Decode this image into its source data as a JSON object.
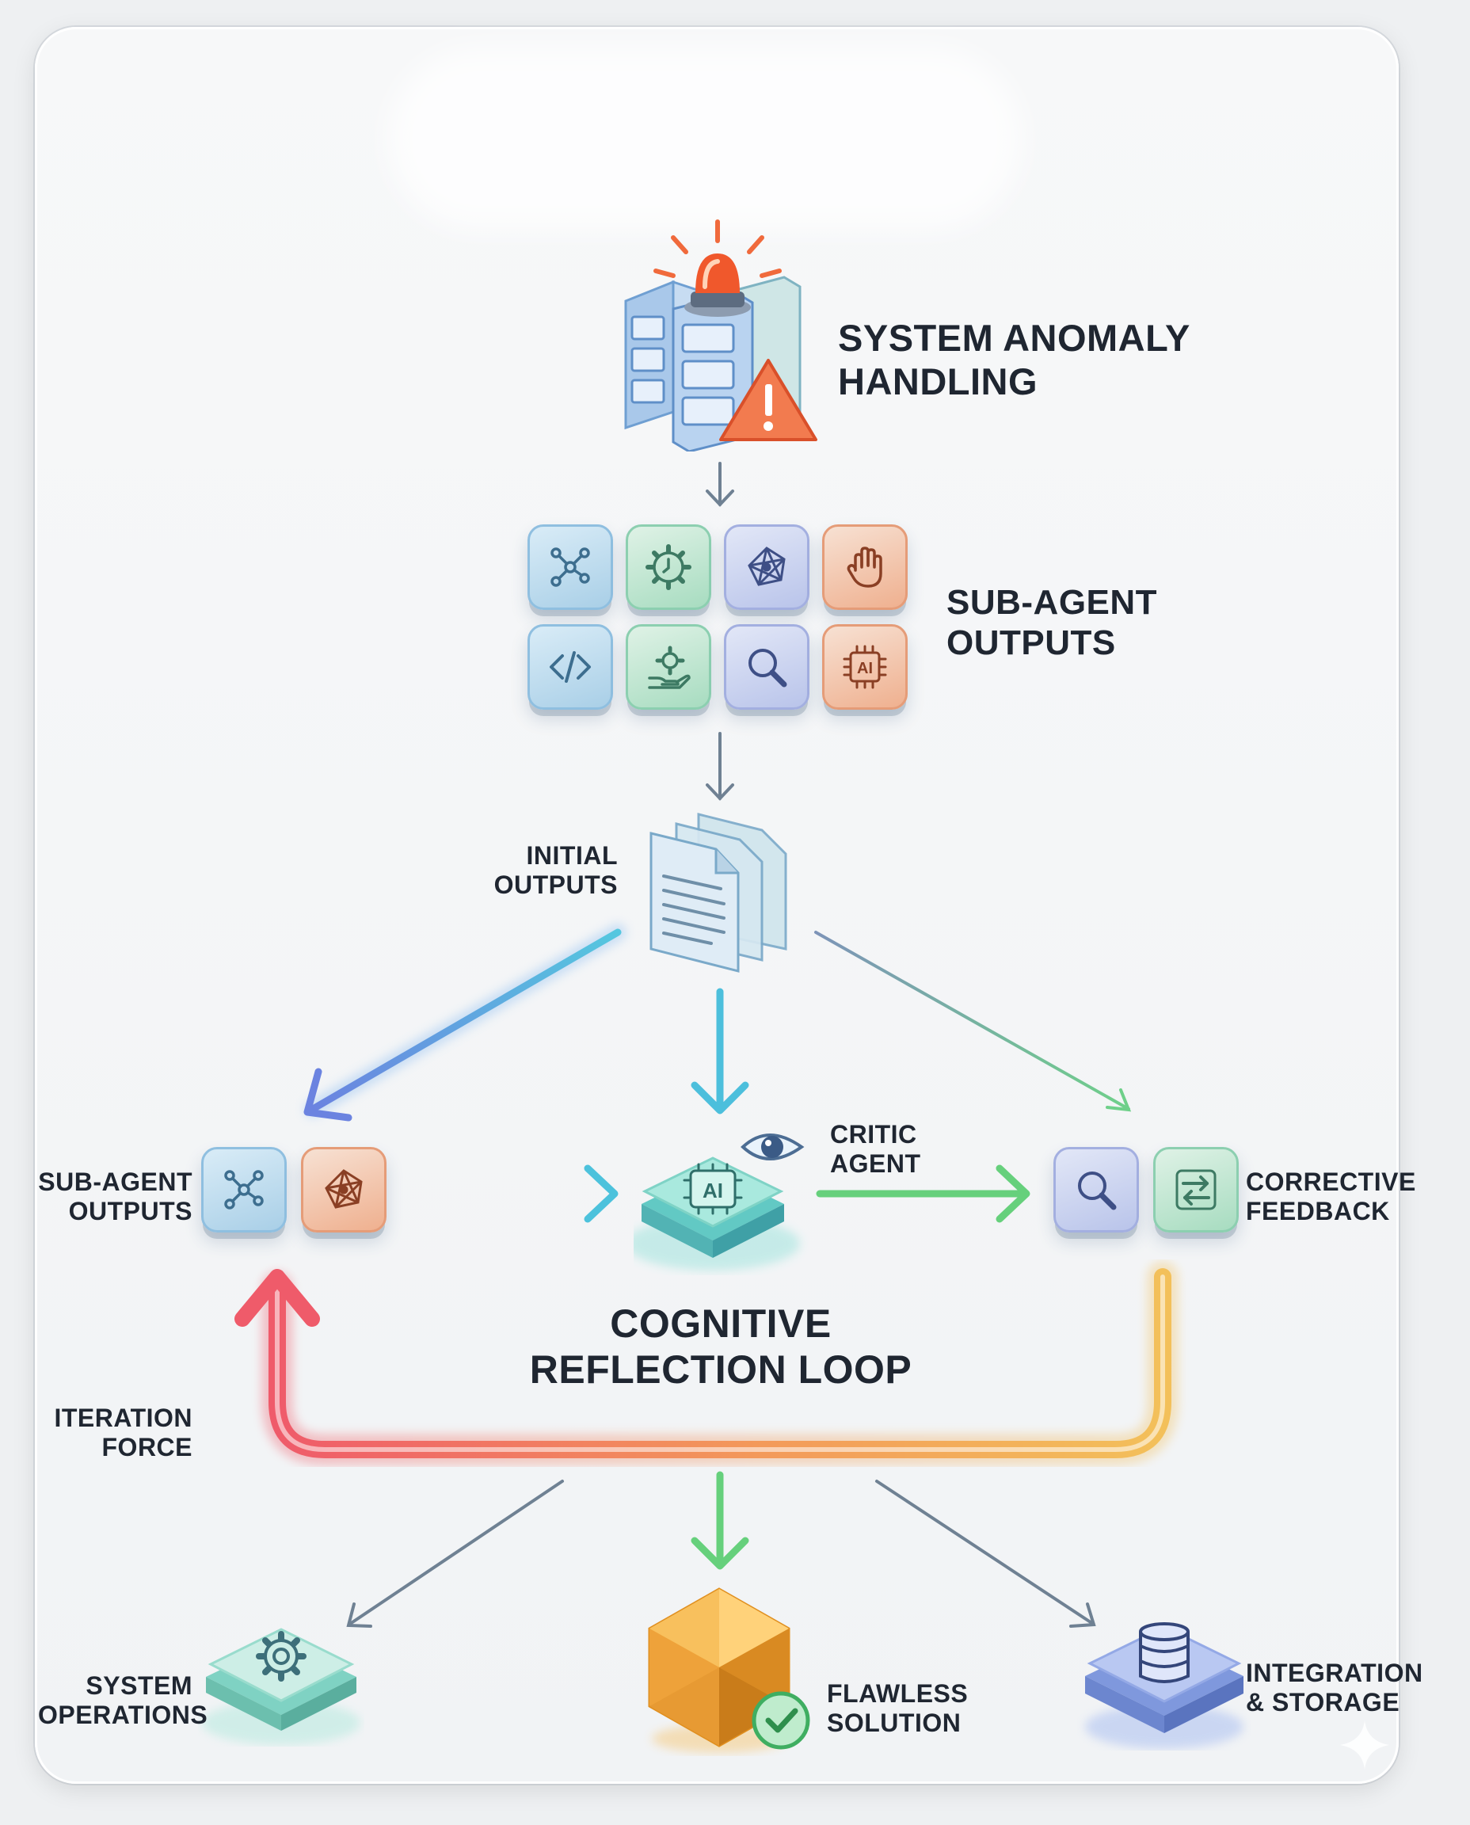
{
  "title": {
    "line1": "SYSTEM ANOMALY",
    "line2": "HANDLING"
  },
  "sub_agent_top": {
    "line1": "SUB-AGENT",
    "line2": "OUTPUTS"
  },
  "initial_outputs": {
    "line1": "INITIAL",
    "line2": "OUTPUTS"
  },
  "sub_agent_left": {
    "line1": "SUB-AGENT",
    "line2": "OUTPUTS"
  },
  "critic_agent": {
    "line1": "CRITIC",
    "line2": "AGENT"
  },
  "corrective_feedback": {
    "line1": "CORRECTIVE",
    "line2": "FEEDBACK"
  },
  "loop": {
    "line1": "COGNITIVE",
    "line2": "REFLECTION LOOP"
  },
  "iteration_force": {
    "line1": "ITERATION",
    "line2": "FORCE"
  },
  "system_operations": {
    "line1": "SYSTEM",
    "line2": "OPERATIONS"
  },
  "flawless_solution": {
    "line1": "FLAWLESS",
    "line2": "SOLUTION"
  },
  "integration_storage": {
    "line1": "INTEGRATION",
    "line2": "& STORAGE"
  },
  "ai_chip_text": "AI",
  "colors": {
    "alert": "#e8452c",
    "loop_start": "#ef5b6a",
    "loop_end": "#f3b24a",
    "arrow_blue": "#5b8fe0",
    "arrow_cyan": "#48b8d8",
    "arrow_green": "#63cf7a",
    "arrow_gray": "#6f8193"
  },
  "icons_grid": [
    "network-icon",
    "gear-clock-icon",
    "mesh-icon",
    "hand-stop-icon",
    "code-icon",
    "gear-hand-icon",
    "magnifier-icon",
    "ai-chip-icon"
  ]
}
